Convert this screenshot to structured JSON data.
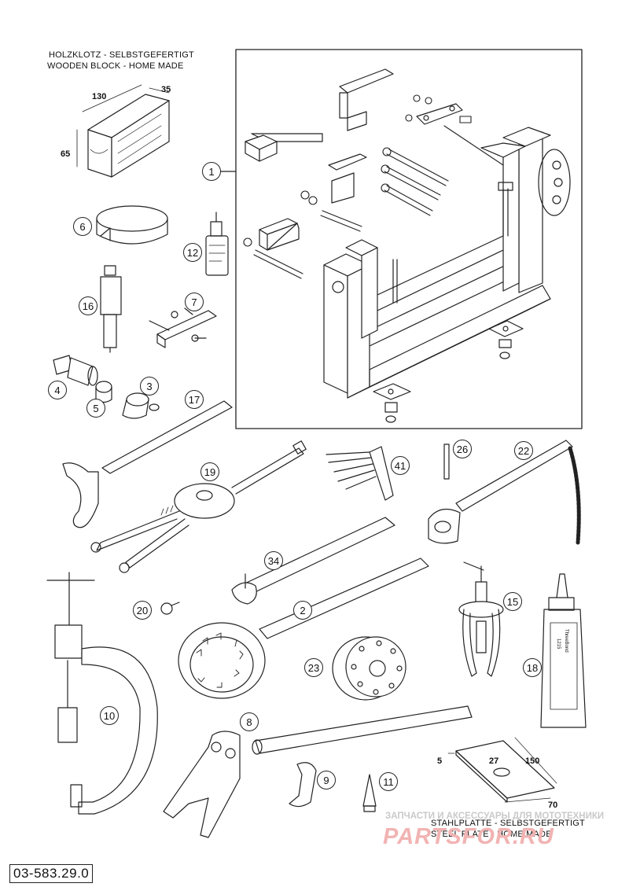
{
  "header": {
    "line1": "HOLZKLOTZ - SELBSTGEFERTIGT",
    "line2": "WOODEN BLOCK - HOME MADE"
  },
  "block_dims": {
    "length": "130",
    "width": "35",
    "height": "65"
  },
  "plate": {
    "line1": "STAHLPLATTE - SELBSTGEFERTIGT",
    "line2": "STEEL PLATE - HOME MADE",
    "dims": {
      "thickness": "5",
      "hole": "27",
      "length": "150",
      "width": "70"
    }
  },
  "tube_label": {
    "brand": "ThreeBond",
    "number": "1215"
  },
  "callouts": [
    "1",
    "2",
    "3",
    "4",
    "5",
    "6",
    "7",
    "8",
    "9",
    "10",
    "11",
    "12",
    "15",
    "16",
    "17",
    "18",
    "19",
    "20",
    "22",
    "23",
    "26",
    "34",
    "41"
  ],
  "document_number": "03-583.29.0",
  "watermark": {
    "line1": "ЗАПЧАСТИ И АКСЕССУАРЫ ДЛЯ МОТОТЕХНИКИ",
    "line2": "PARTSFOR.RU"
  }
}
